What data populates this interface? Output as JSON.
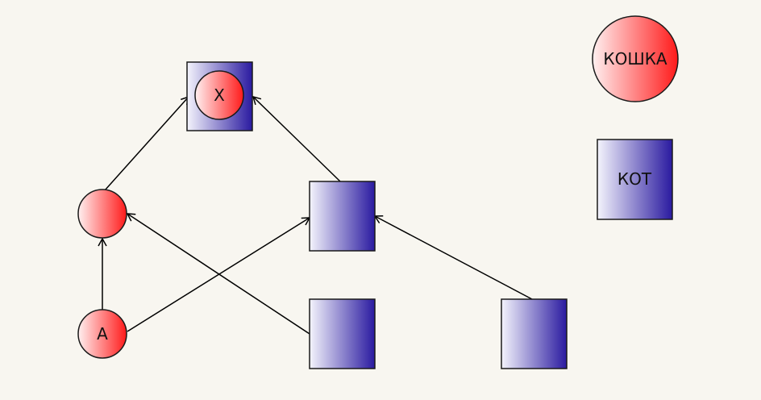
{
  "colors": {
    "background": "#f8f6f0",
    "circle_gradient_start": "#ffe8e8",
    "circle_gradient_end": "#ff2020",
    "square_gradient_start": "#f2f2fb",
    "square_gradient_end": "#2a1aa0",
    "stroke": "#1a1a1a"
  },
  "nodes": {
    "x_label": "X",
    "a_label": "A",
    "legend_circle_label": "КОШКА",
    "legend_square_label": "КОТ"
  }
}
